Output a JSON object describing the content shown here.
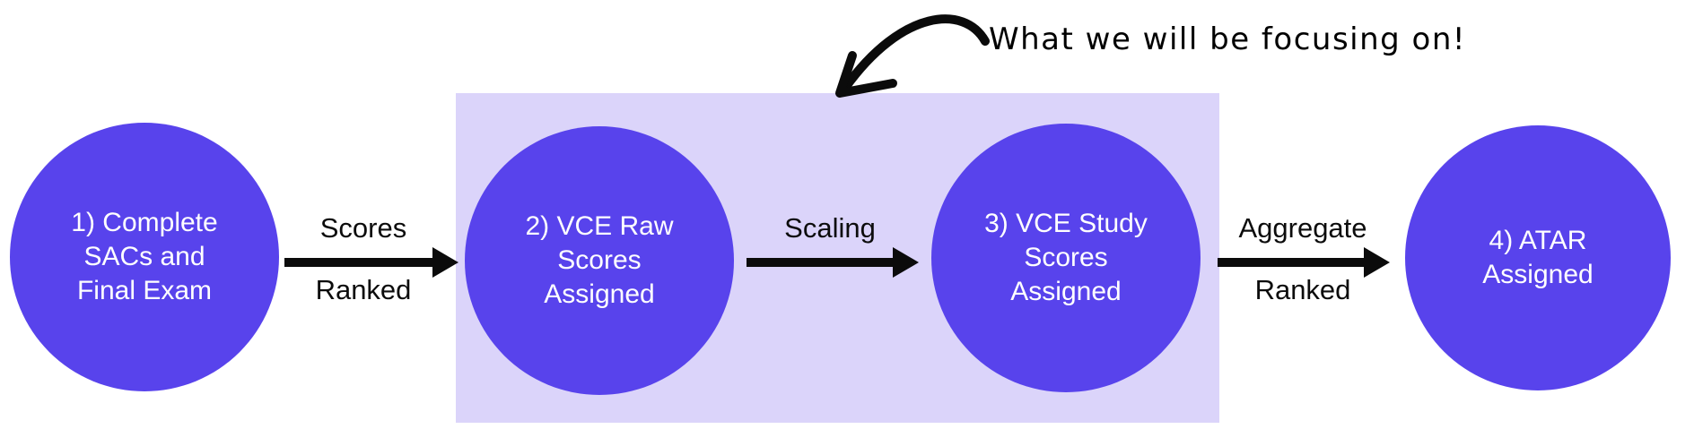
{
  "colors": {
    "step_circle": "#5843ec",
    "highlight_box": "#dbd4fa",
    "arrow": "#0b0b0b",
    "circle_text": "#ffffff",
    "label_text": "#0c0c0c",
    "background": "#ffffff"
  },
  "steps": [
    {
      "id": "1",
      "lines": [
        "1) Complete",
        "SACs and",
        "Final Exam"
      ]
    },
    {
      "id": "2",
      "lines": [
        "2) VCE Raw",
        "Scores",
        "Assigned"
      ]
    },
    {
      "id": "3",
      "lines": [
        "3) VCE Study",
        "Scores",
        "Assigned"
      ]
    },
    {
      "id": "4",
      "lines": [
        "4) ATAR",
        "Assigned"
      ]
    }
  ],
  "transitions": [
    {
      "label_top": "Scores",
      "label_bottom": "Ranked"
    },
    {
      "label_top": "Scaling",
      "label_bottom": ""
    },
    {
      "label_top": "Aggregate",
      "label_bottom": "Ranked"
    }
  ],
  "annotation": {
    "text": "What we will be focusing on!"
  }
}
